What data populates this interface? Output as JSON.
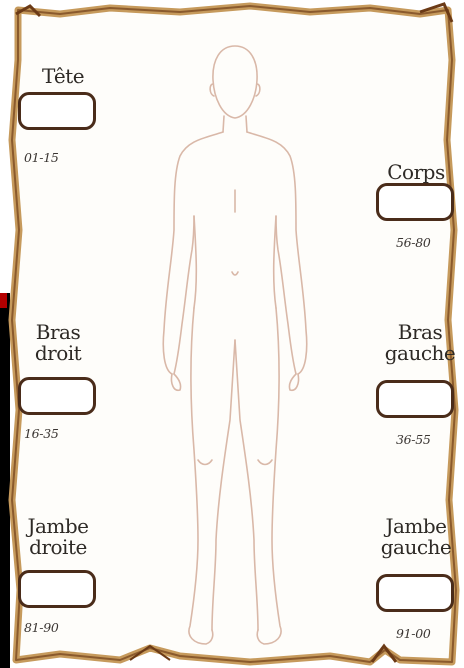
{
  "zones": [
    {
      "id": "tete",
      "label_lines": [
        "Tête"
      ],
      "range": "01-15"
    },
    {
      "id": "corps",
      "label_lines": [
        "Corps"
      ],
      "range": "56-80"
    },
    {
      "id": "bras-droit",
      "label_lines": [
        "Bras",
        "droit"
      ],
      "range": "16-35"
    },
    {
      "id": "bras-gauche",
      "label_lines": [
        "Bras",
        "gauche"
      ],
      "range": "36-55"
    },
    {
      "id": "jambe-droite",
      "label_lines": [
        "Jambe",
        "droite"
      ],
      "range": "81-90"
    },
    {
      "id": "jambe-gauche",
      "label_lines": [
        "Jambe",
        "gauche"
      ],
      "range": "91-00"
    }
  ],
  "colors": {
    "parchment": "#fefdfa",
    "frame_edge": "#c69a5c",
    "frame_dark": "#7a4a22",
    "slot_border": "#4a2c1a",
    "figure_line": "#d9b8a8",
    "corner_mark": "#b30000"
  },
  "figure_icon": "human-body-outline-icon"
}
